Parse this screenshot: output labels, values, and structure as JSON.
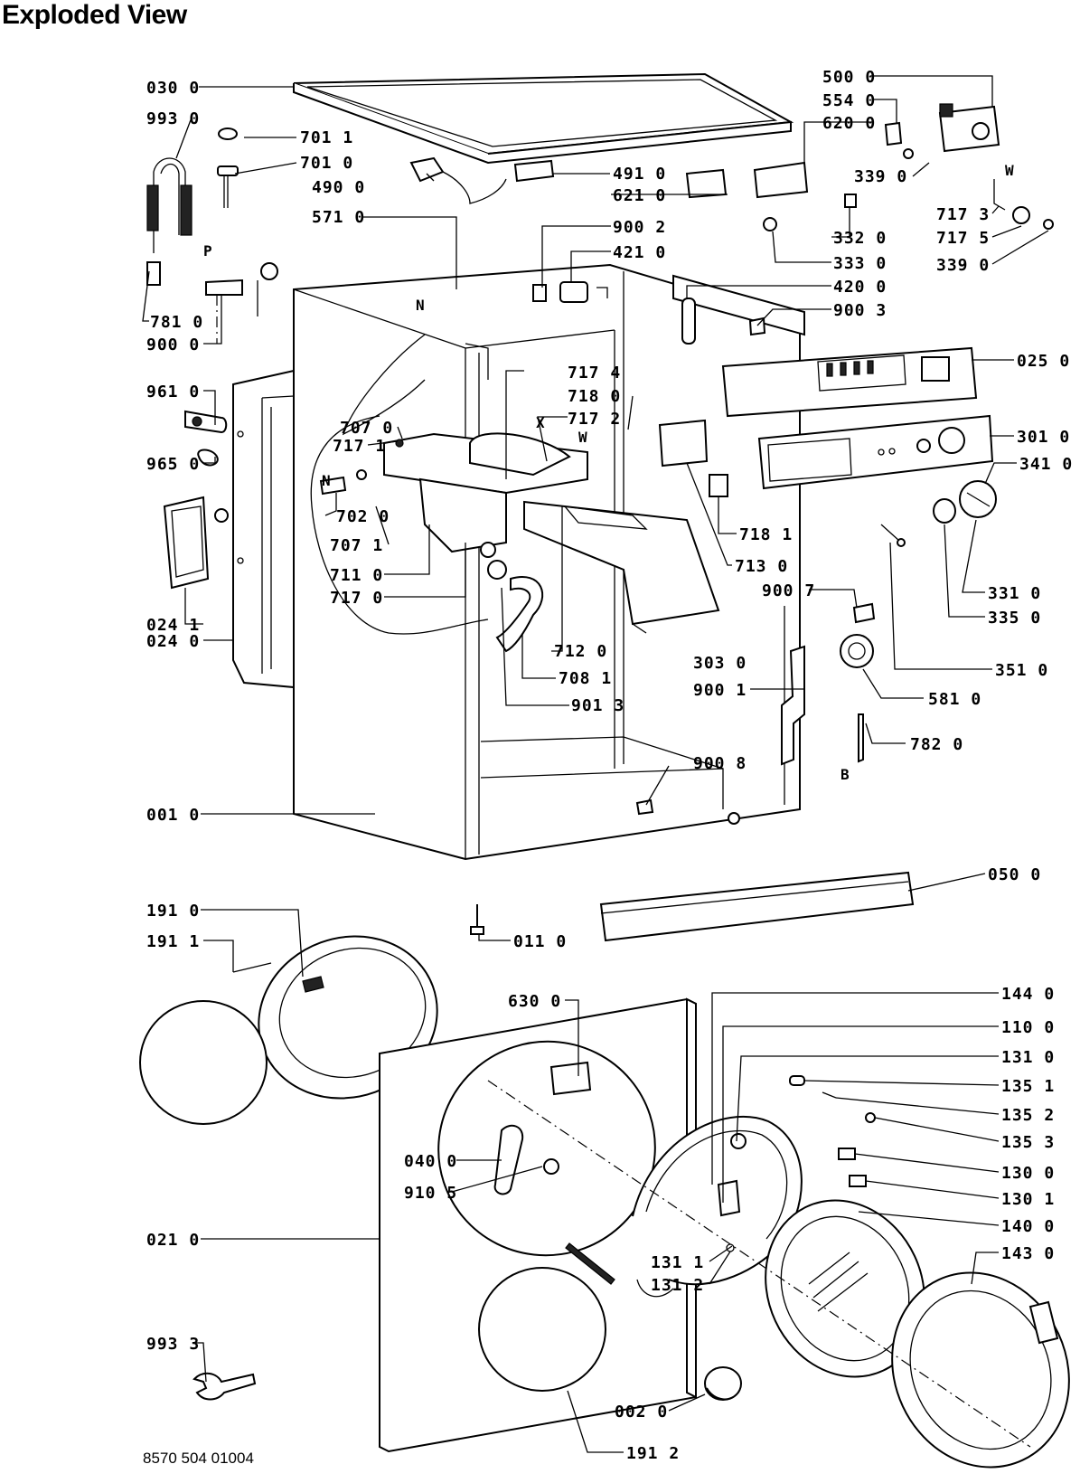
{
  "title": "Exploded View",
  "footer_code": "8570 504 01004",
  "letters": {
    "P": "P",
    "N_top": "N",
    "X": "X",
    "W_mid": "W",
    "N_left": "N",
    "W_right": "W",
    "B": "B"
  },
  "labels": {
    "l_030_0": "030 0",
    "l_993_0": "993 0",
    "l_701_1": "701 1",
    "l_701_0": "701 0",
    "l_490_0": "490 0",
    "l_571_0": "571 0",
    "l_781_0": "781 0",
    "l_900_0": "900 0",
    "l_961_0": "961 0",
    "l_965_0": "965 0",
    "l_024_1": "024 1",
    "l_024_0": "024 0",
    "l_707_0": "707 0",
    "l_717_1": "717 1",
    "l_702_0": "702 0",
    "l_707_1": "707 1",
    "l_711_0": "711 0",
    "l_717_0": "717 0",
    "l_717_4": "717 4",
    "l_718_0": "718 0",
    "l_717_2": "717 2",
    "l_712_0": "712 0",
    "l_708_1": "708 1",
    "l_901_3": "901 3",
    "l_303_0": "303 0",
    "l_900_1": "900 1",
    "l_581_0": "581 0",
    "l_782_0": "782 0",
    "l_900_8": "900 8",
    "l_001_0": "001 0",
    "l_050_0": "050 0",
    "l_011_0": "011 0",
    "l_500_0": "500 0",
    "l_554_0": "554 0",
    "l_620_0": "620 0",
    "l_339_0a": "339 0",
    "l_491_0": "491 0",
    "l_621_0": "621 0",
    "l_717_3": "717 3",
    "l_717_5": "717 5",
    "l_339_0b": "339 0",
    "l_332_0": "332 0",
    "l_333_0": "333 0",
    "l_420_0": "420 0",
    "l_900_3": "900 3",
    "l_900_2": "900 2",
    "l_421_0": "421 0",
    "l_025_0": "025 0",
    "l_301_0": "301 0",
    "l_341_0": "341 0",
    "l_718_1": "718 1",
    "l_713_0": "713 0",
    "l_900_7": "900 7",
    "l_331_0": "331 0",
    "l_335_0": "335 0",
    "l_351_0": "351 0",
    "l_191_0": "191 0",
    "l_191_1": "191 1",
    "l_630_0": "630 0",
    "l_040_0": "040 0",
    "l_910_5": "910 5",
    "l_021_0": "021 0",
    "l_993_3": "993 3",
    "l_002_0": "002 0",
    "l_191_2": "191 2",
    "l_144_0": "144 0",
    "l_110_0": "110 0",
    "l_131_0": "131 0",
    "l_135_1": "135 1",
    "l_135_2": "135 2",
    "l_135_3": "135 3",
    "l_130_0": "130 0",
    "l_130_1": "130 1",
    "l_131_1": "131 1",
    "l_131_2": "131 2",
    "l_140_0": "140 0",
    "l_143_0": "143 0"
  }
}
